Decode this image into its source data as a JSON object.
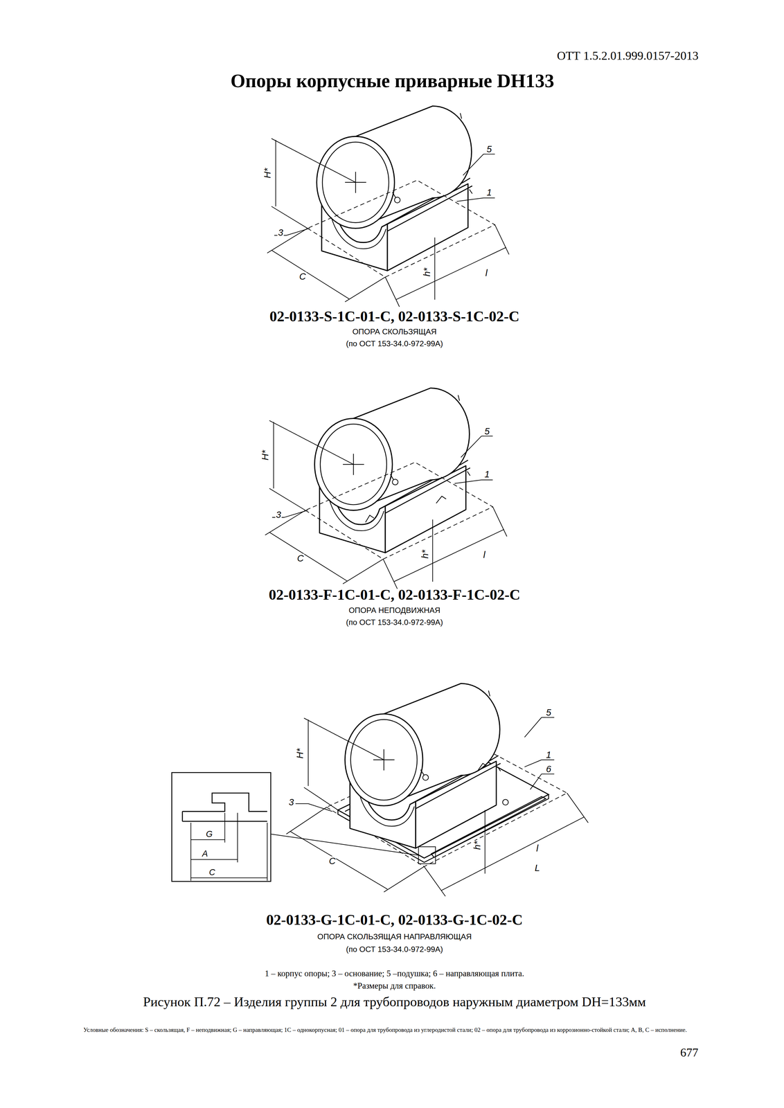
{
  "diagram": {
    "title": "Опоры корпусные приварные DН133",
    "caption": "Рисунок П.72 – Изделия группы 2 для трубопроводов наружным диаметром DН=133мм",
    "labels": [
      "ОТТ 1.5.2.01.999.0157-2013",
      "5",
      "1",
      "3",
      "H*",
      "C",
      "h*",
      "l",
      "02-0133-S-1C-01-C, 02-0133-S-1C-02-C",
      "ОПОРА СКОЛЬЗЯЩАЯ",
      "(по ОСТ 153-34.0-972-99А)",
      "5",
      "1",
      "3",
      "H*",
      "C",
      "h*",
      "l",
      "02-0133-F-1C-01-C, 02-0133-F-1C-02-C",
      "ОПОРА НЕПОДВИЖНАЯ",
      "(по ОСТ 153-34.0-972-99А)",
      "5",
      "1",
      "6",
      "3",
      "H*",
      "h*",
      "C",
      "l",
      "L",
      "G",
      "A",
      "C",
      "02-0133-G-1C-01-C, 02-0133-G-1C-02-C",
      "ОПОРА СКОЛЬЗЯЩАЯ НАПРАВЛЯЮЩАЯ",
      "(по ОСТ 153-34.0-972-99А)",
      "1 – корпус опоры; 3 – основание; 5 –подушка; 6 – направляющая плита.",
      "*Размеры для справок.",
      "Условные обозначения: S – скользящая, F – неподвижная; G – направляющая; 1C – однокорпусная; 01 – опора для трубопровода из углеродистой стали; 02 – опора для трубопровода из коррозионно-стойкой стали; A, B, C – исполнение.",
      "677"
    ]
  }
}
